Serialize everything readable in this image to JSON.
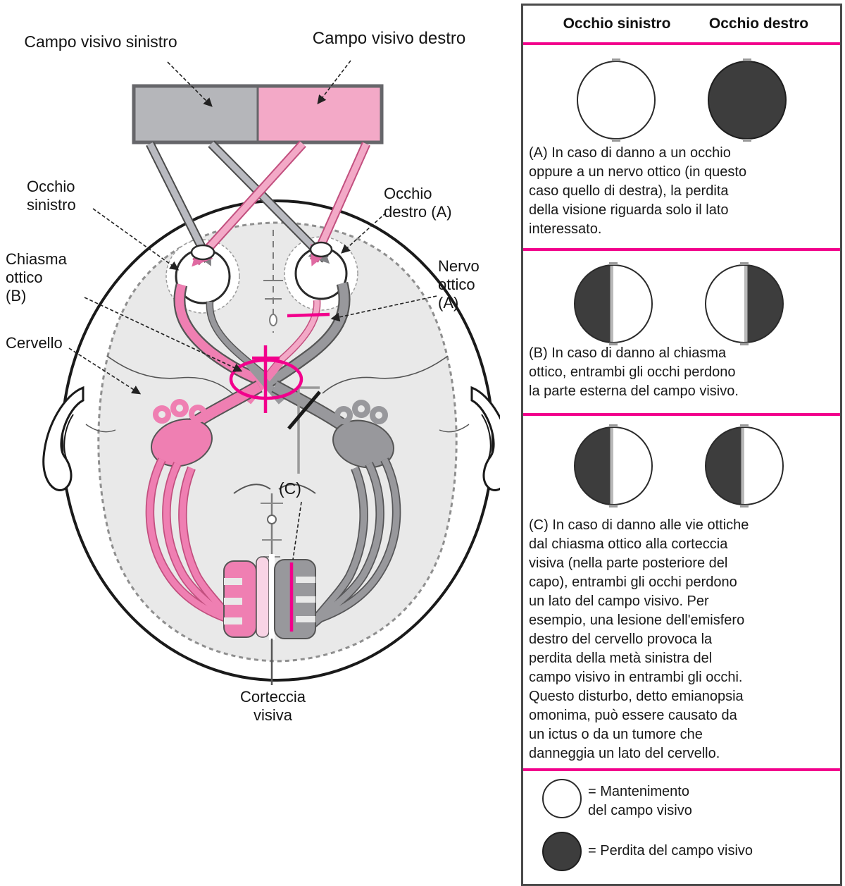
{
  "diagram": {
    "campo_visivo_sinistro": "Campo visivo sinistro",
    "campo_visivo_destro": "Campo visivo destro",
    "occhio_sinistro": "Occhio\nsinistro",
    "occhio_destro": "Occhio\ndestro (A)",
    "chiasma_ottico": "Chiasma\nottico\n(B)",
    "nervo_ottico": "Nervo\nottico\n(A)",
    "cervello": "Cervello",
    "c_marker": "(C)",
    "corteccia_visiva": "Corteccia\nvisiva"
  },
  "panel": {
    "header_left": "Occhio sinistro",
    "header_right": "Occhio destro",
    "rows": [
      {
        "left": "keep-full",
        "right": "loss-full"
      },
      {
        "left": "loss-left",
        "right": "loss-right"
      },
      {
        "left": "loss-left",
        "right": "loss-left"
      }
    ],
    "section_a_text": "(A) In caso di danno a un occhio\noppure a un nervo ottico (in questo\ncaso quello di destra), la perdita\ndella visione riguarda solo il lato\ninteressato.",
    "section_b_text": "(B) In caso di danno al chiasma\nottico, entrambi gli occhi perdono\nla parte esterna del campo visivo.",
    "section_c_text": "(C) In caso di danno alle vie ottiche\ndal chiasma ottico alla corteccia\nvisiva (nella parte posteriore del\ncapo), entrambi gli occhi perdono\nun lato del campo visivo. Per\nesempio, una lesione dell'emisfero\ndestro del cervello provoca la\nperdita della metà sinistra del\ncampo visivo in entrambi gli occhi.\nQuesto disturbo, detto emianopsia\nomonima, può essere causato da\nun ictus o da un tumore che\ndanneggia un lato del cervello.",
    "legend_keep": "= Mantenimento\ndel campo visivo",
    "legend_loss": "= Perdita del campo visivo"
  },
  "colors": {
    "magenta_annotation": "#f2008c",
    "field_left_gray": "#b5b6ba",
    "field_right_pink": "#f3a9c7",
    "tract_pink": "#ef7fb2",
    "tract_pink_light": "#f9d4e5",
    "tract_gray": "#98989c",
    "brain_fill": "#e9e9e9",
    "loss_fill": "#3d3d3d"
  }
}
